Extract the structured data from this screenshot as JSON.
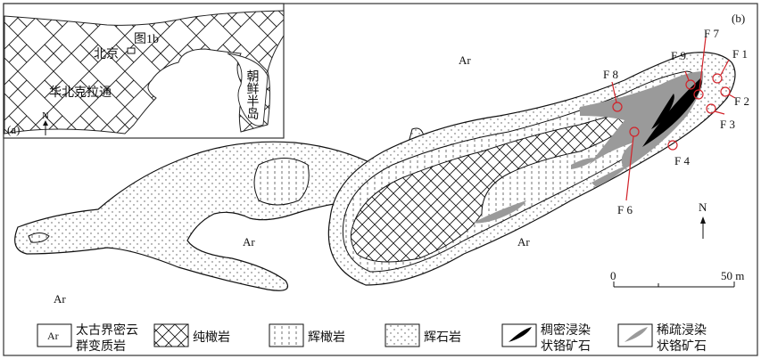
{
  "inset": {
    "panel_label": "(a)",
    "north": "N",
    "figure_ref": "图1b",
    "beijing": "北京",
    "craton": "华北克拉通",
    "peninsula": "朝鲜半岛"
  },
  "main": {
    "panel_label": "(b)",
    "north": "N",
    "rock_labels": [
      "Ar",
      "Ar",
      "Ar",
      "Ar"
    ],
    "sample_points": [
      "F 1",
      "F 2",
      "F 3",
      "F 4",
      "F 6",
      "F 7",
      "F 8",
      "F 9"
    ],
    "scale": {
      "start": "0",
      "end": "50 m"
    },
    "sample_marker_color": "#d2232a",
    "dense_ore_color": "#000000",
    "sparse_ore_color": "#9a9a9a"
  },
  "legend": [
    {
      "symbol": "Ar",
      "line1": "太古界密云",
      "line2": "群变质岩"
    },
    {
      "line1": "纯橄岩"
    },
    {
      "line1": "辉橄岩"
    },
    {
      "line1": "辉石岩"
    },
    {
      "line1": "稠密浸染",
      "line2": "状铬矿石"
    },
    {
      "line1": "稀疏浸染",
      "line2": "状铬矿石"
    }
  ]
}
